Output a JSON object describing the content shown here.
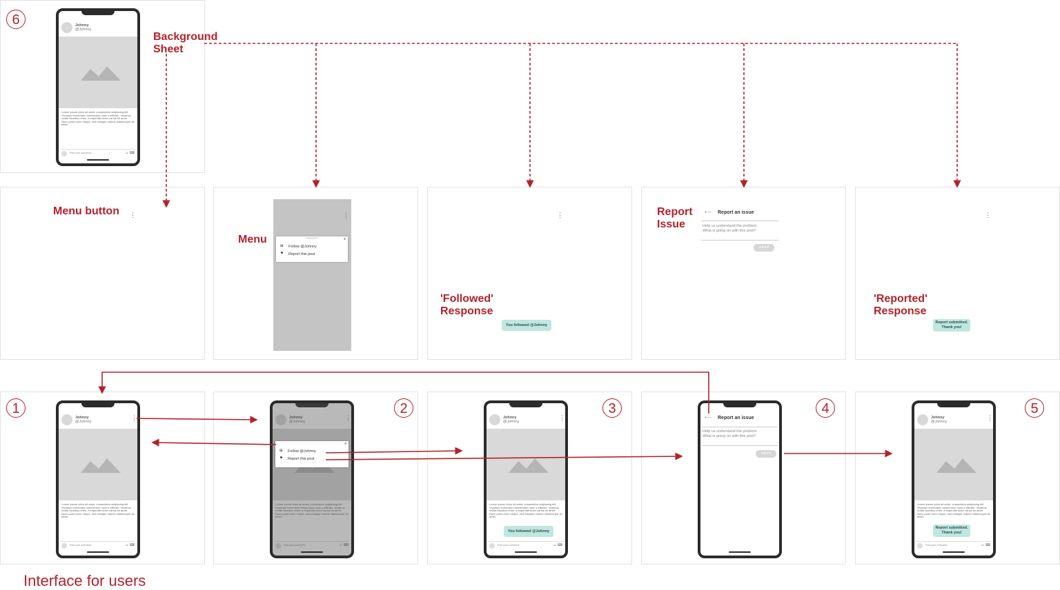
{
  "labels": {
    "background_sheet": "Background\nSheet",
    "menu_button": "Menu button",
    "menu": "Menu",
    "followed_response": "'Followed'\nResponse",
    "report_issue": "Report\nIssue",
    "reported_response": "'Reported'\nResponse",
    "interface_for_users": "Interface for users"
  },
  "steps": [
    "1",
    "2",
    "3",
    "4",
    "5",
    "6"
  ],
  "post": {
    "name": "Johnny",
    "handle": "@Johnny",
    "body": "Lorem ipsum dolor sit amet, consectetur adipiscing elit. Vivamus fermentum elementum nunc a efficitur. Vivamus mollis faucibus enim, a imperdiet dolor varius sit amet. Nunc porta nunc neque, sed tristique mauris ullamcorper sit amet.",
    "comment_placeholder": "Post your comment...",
    "comment_icons": "☺ ⌨"
  },
  "menu": {
    "follow": "Follow @Johnny",
    "report": "Report this post",
    "close": "x"
  },
  "report": {
    "title": "Report an issue",
    "hint": "Help us understand the problem.\nWhat is going on with this post?",
    "submit": "submit"
  },
  "toasts": {
    "followed": "You followed @Johnny",
    "reported": "Report submitted.\nThank you!"
  },
  "icons": {
    "kebab": "⋮",
    "back_arrow": "⟵",
    "follow_icon": "⊞",
    "flag_icon": "⚑"
  },
  "colors": {
    "accent_red": "#b3222a",
    "toast_bg": "#bfe7df",
    "placeholder_gray": "#d9d9d9"
  }
}
